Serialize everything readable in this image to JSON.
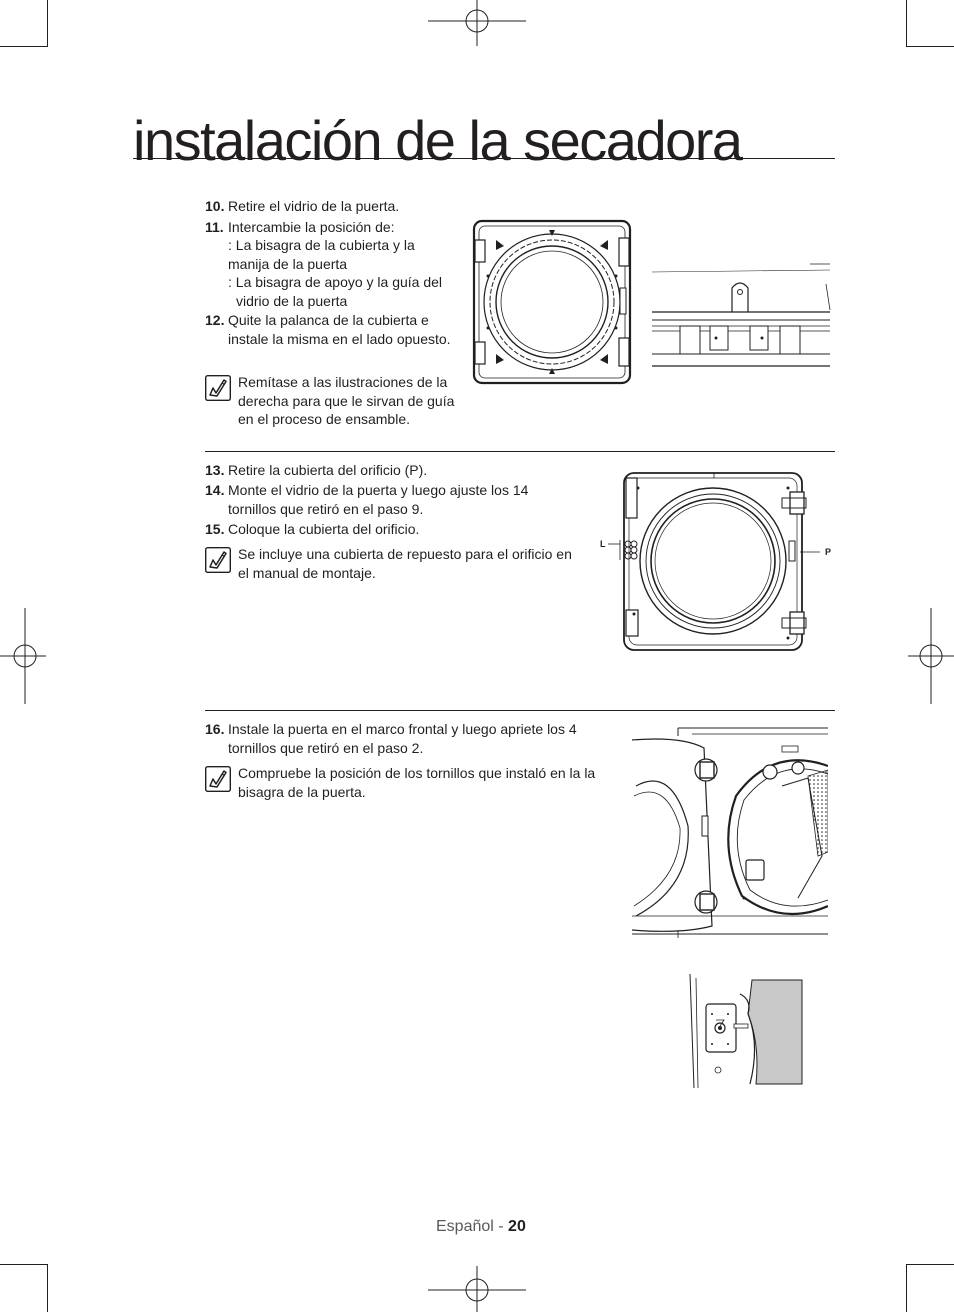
{
  "title": "instalación de la secadora",
  "section1": {
    "steps": [
      {
        "num": "10.",
        "lines": [
          "Retire el vidrio de la puerta."
        ]
      },
      {
        "num": "11.",
        "lines": [
          "Intercambie la posición de:"
        ]
      },
      {
        "num": "12.",
        "lines": [
          "Quite la palanca de la cubierta e",
          "instale la misma en el lado opuesto."
        ]
      }
    ],
    "sub_items": [
      {
        "lines": [
          ": La bisagra de la cubierta y la",
          "manija de la puerta"
        ]
      },
      {
        "lines": [
          ": La bisagra de apoyo y la guía del",
          "vidrio de la puerta"
        ]
      }
    ],
    "note": [
      "Remítase a las ilustraciones de la",
      "derecha para que le sirvan de guía",
      "en el proceso de ensamble."
    ]
  },
  "section2": {
    "steps": [
      {
        "num": "13.",
        "lines": [
          "Retire la cubierta del orificio (P)."
        ]
      },
      {
        "num": "14.",
        "lines": [
          "Monte el vidrio de la puerta y luego ajuste los 14",
          "tornillos que retiró en el paso 9."
        ]
      },
      {
        "num": "15.",
        "lines": [
          "Coloque la cubierta del orificio."
        ]
      }
    ],
    "note": [
      "Se incluye una cubierta de repuesto para el orificio en",
      "el manual de montaje."
    ],
    "figure": {
      "label_left": "L",
      "label_right": "P"
    }
  },
  "section3": {
    "steps": [
      {
        "num": "16.",
        "lines": [
          "Instale la puerta en el marco frontal y luego apriete los 4",
          "tornillos que retiró en el paso 2."
        ]
      }
    ],
    "note": [
      "Compruebe la posición de los tornillos que instaló en la la",
      "bisagra de la puerta."
    ]
  },
  "footer": {
    "language": "Español - ",
    "page": "20"
  },
  "icons": {
    "note": "note-pencil-icon",
    "registration": "registration-mark-icon"
  },
  "colors": {
    "text": "#231f20",
    "footer_gray": "#58595b",
    "figure_gray": "#c8c8c8"
  }
}
